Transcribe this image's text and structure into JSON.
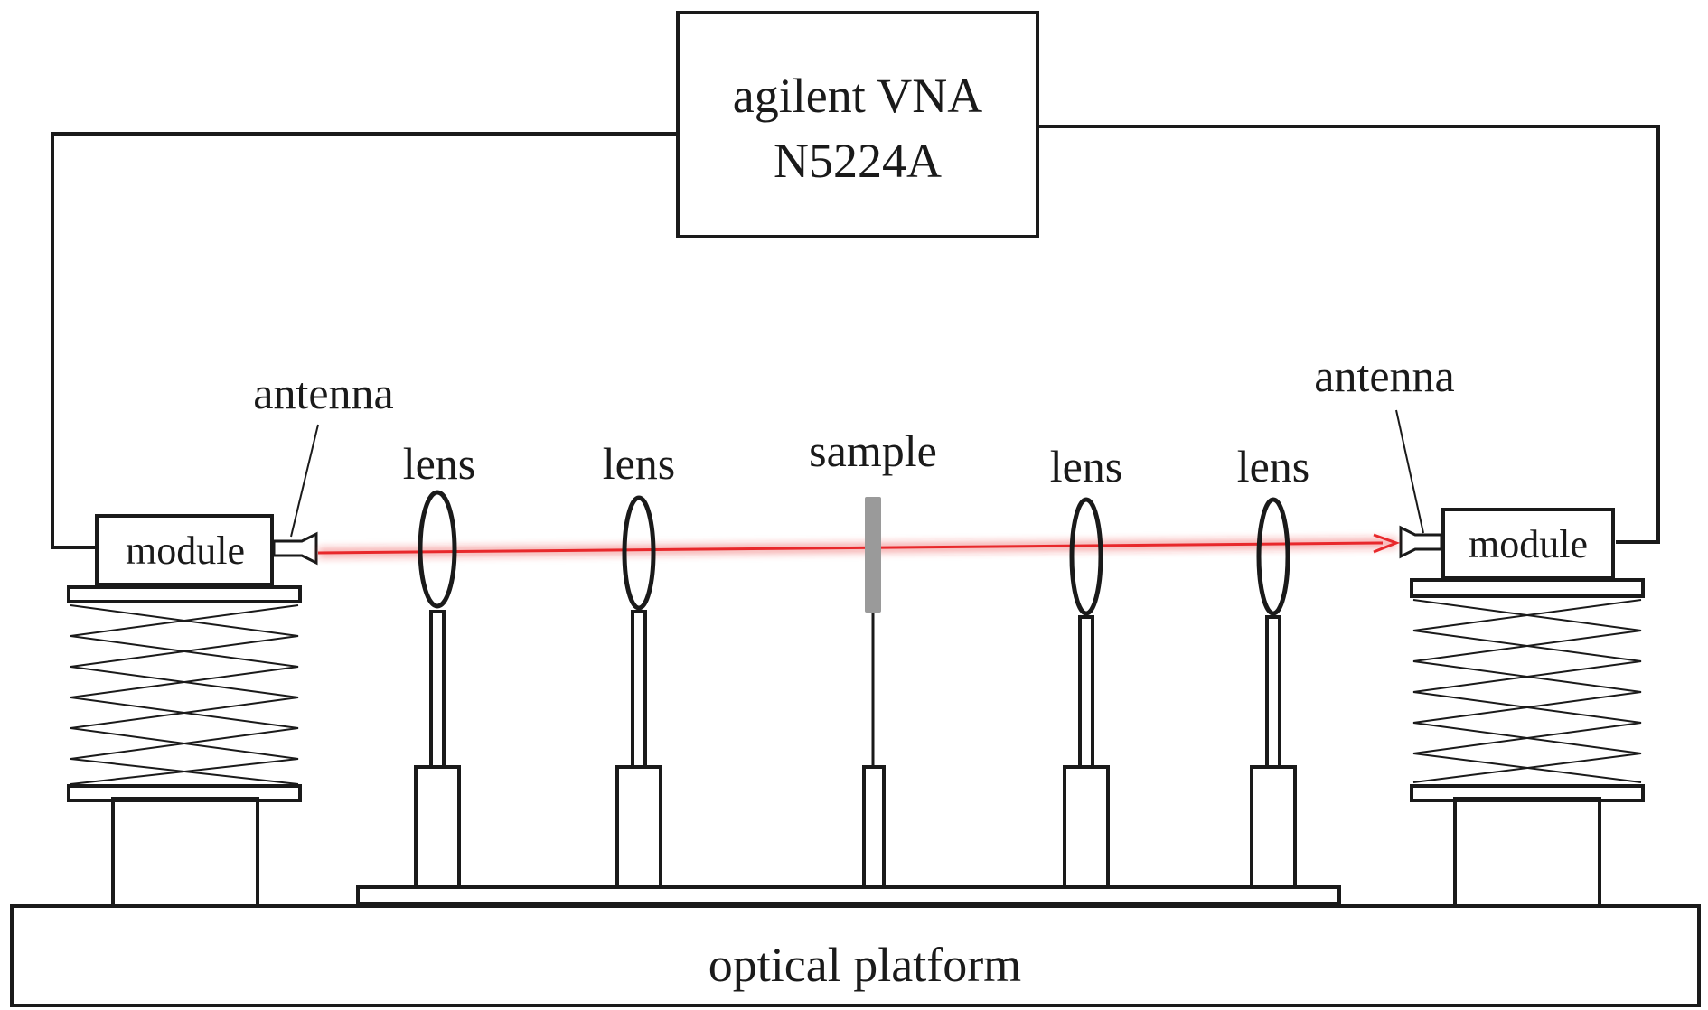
{
  "vna": {
    "line1": "agilent VNA",
    "line2": "N5224A"
  },
  "labels": {
    "antenna_left": "antenna",
    "antenna_right": "antenna",
    "module_left": "module",
    "module_right": "module",
    "lens_1": "lens",
    "lens_2": "lens",
    "sample": "sample",
    "lens_3": "lens",
    "lens_4": "lens",
    "platform": "optical platform"
  },
  "colors": {
    "beam": "#e8282b",
    "sample": "#9a9a9a",
    "line": "#1a1a1a"
  }
}
